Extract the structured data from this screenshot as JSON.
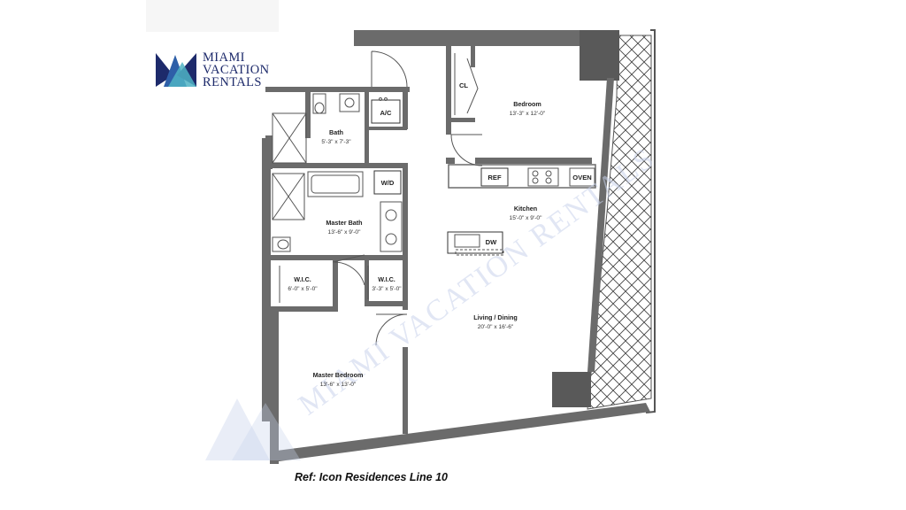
{
  "logo": {
    "line1": "MIAMI",
    "line2": "VACATION",
    "line3": "RENTALS",
    "colors": {
      "navy": "#1d2a6b",
      "blue": "#2e5fa8",
      "teal": "#4fb3c4"
    }
  },
  "watermark": {
    "text": "MIAMI VACATION RENTALS"
  },
  "rooms": {
    "bedroom": {
      "name": "Bedroom",
      "dims": "13'-3\" x 12'-0\""
    },
    "bath": {
      "name": "Bath",
      "dims": "5'-3\" x 7'-3\""
    },
    "master_bath": {
      "name": "Master Bath",
      "dims": "13'-6\" x 9'-0\""
    },
    "kitchen": {
      "name": "Kitchen",
      "dims": "15'-0\" x 9'-0\""
    },
    "wic1": {
      "name": "W.I.C.",
      "dims": "6'-0\" x 5'-0\""
    },
    "wic2": {
      "name": "W.I.C.",
      "dims": "3'-3\" x 5'-0\""
    },
    "living": {
      "name": "Living / Dining",
      "dims": "20'-0\" x 16'-6\""
    },
    "master_bedroom": {
      "name": "Master Bedroom",
      "dims": "13'-6\" x 13'-0\""
    }
  },
  "labels": {
    "cl": "CL",
    "ac": "A/C",
    "wd": "W/D",
    "ref": "REF",
    "oven": "OVEN",
    "dw": "DW"
  },
  "caption": "Ref: Icon Residences Line 10",
  "colors": {
    "wall": "#6b6b6b",
    "wall_dark": "#595959",
    "hatch": "#444444"
  }
}
